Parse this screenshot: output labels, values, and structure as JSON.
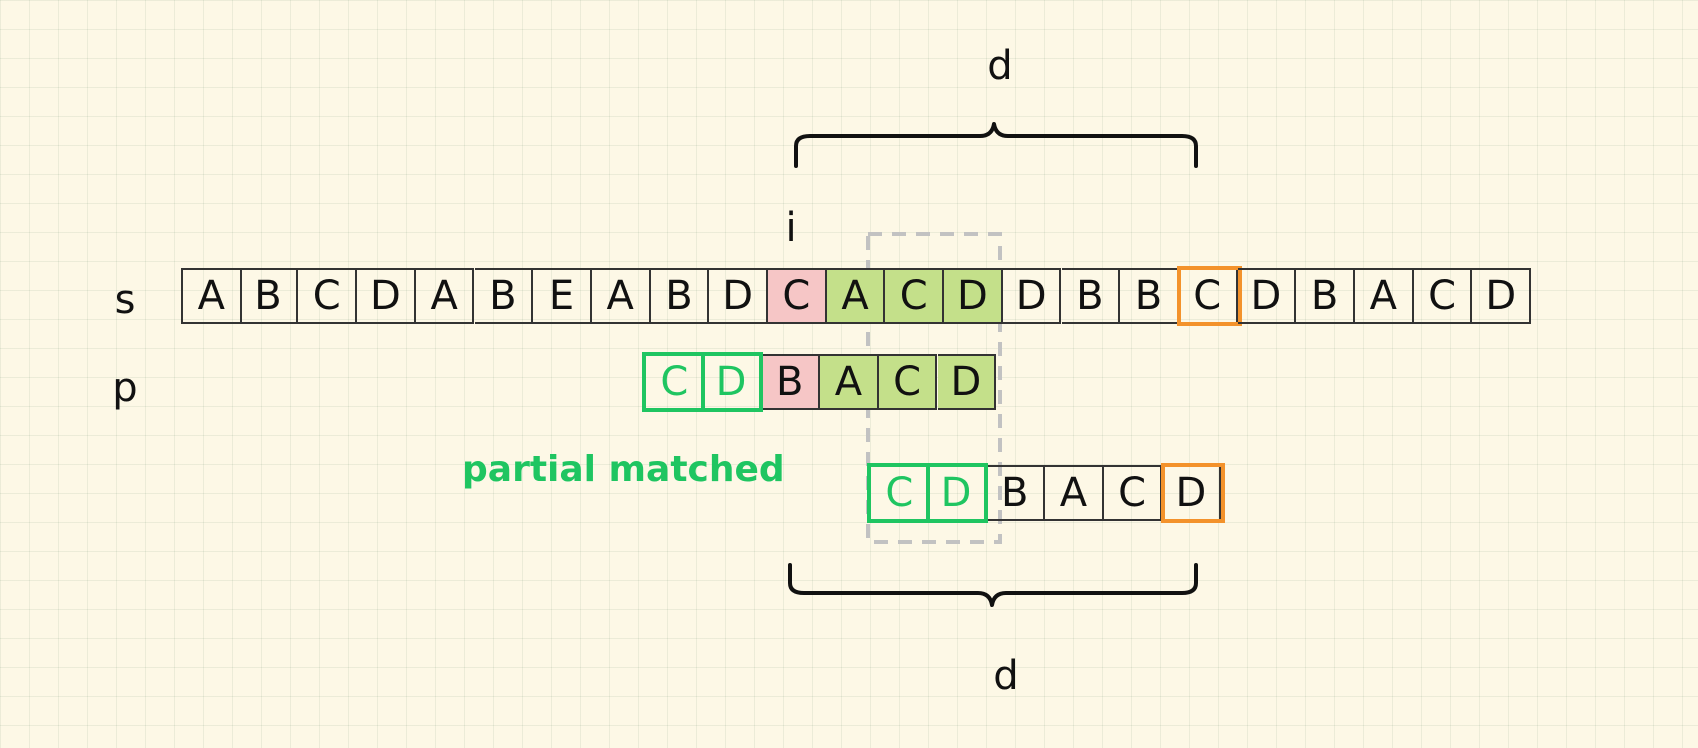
{
  "colors": {
    "background": "#fdf8e6",
    "cell_border": "#333333",
    "mismatch_fill": "#f6c6c6",
    "match_fill": "#c4e08a",
    "partial_match": "#1fc561",
    "shift_target": "#f3922b",
    "window_dash": "#c2c2c2",
    "text": "#111111"
  },
  "labels": {
    "s": "s",
    "p": "p",
    "i": "i",
    "d_top": "d",
    "d_bottom": "d",
    "partial": "partial matched"
  },
  "s_chars": [
    "A",
    "B",
    "C",
    "D",
    "A",
    "B",
    "E",
    "A",
    "B",
    "D",
    "C",
    "A",
    "C",
    "D",
    "D",
    "B",
    "B",
    "C",
    "D",
    "B",
    "A",
    "C",
    "D"
  ],
  "s_states": [
    "",
    "",
    "",
    "",
    "",
    "",
    "",
    "",
    "",
    "",
    "mismatch",
    "match",
    "match",
    "match",
    "",
    "",
    "",
    "orange",
    "",
    "",
    "",
    "",
    ""
  ],
  "p_chars": [
    "C",
    "D",
    "B",
    "A",
    "C",
    "D"
  ],
  "p_states": [
    "",
    "",
    "mismatch",
    "match",
    "match",
    "match"
  ],
  "p_partial_count": 2,
  "p_shift_chars": [
    "C",
    "D",
    "B",
    "A",
    "C",
    "D"
  ],
  "p_shift_states": [
    "",
    "",
    "",
    "",
    "",
    "orange"
  ],
  "p_shift_partial_count": 2
}
